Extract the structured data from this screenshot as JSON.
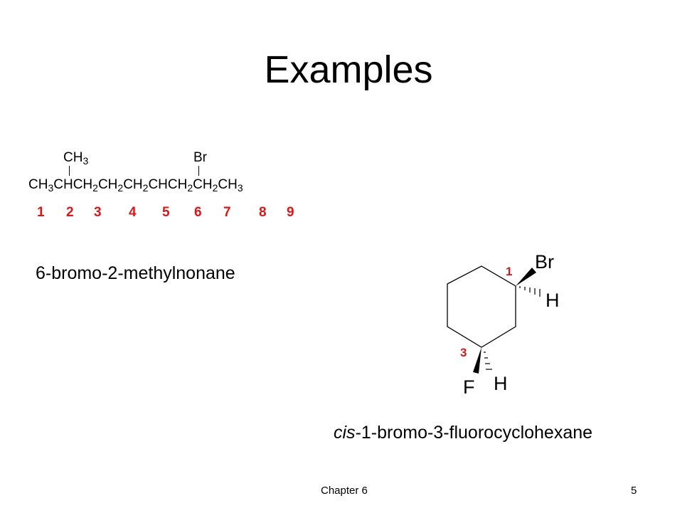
{
  "slide": {
    "title": "Examples",
    "footer_left": "Chapter 6",
    "footer_right": "5"
  },
  "example1": {
    "branch_left": "CH3",
    "branch_right": "Br",
    "chain_label": "CH3CHCH2CH2CH2CHCH2CH2CH3",
    "numbers": [
      "1",
      "2",
      "3",
      "4",
      "5",
      "6",
      "7",
      "8",
      "9"
    ],
    "name": "6-bromo-2-methylnonane"
  },
  "example2": {
    "atoms": {
      "br": "Br",
      "h1": "H",
      "f": "F",
      "h3": "H"
    },
    "locants": [
      "1",
      "3"
    ],
    "name_prefix": "cis",
    "name_rest": "-1-bromo-3-fluorocyclohexane"
  },
  "colors": {
    "locant": "#e31414",
    "text": "#000000"
  }
}
